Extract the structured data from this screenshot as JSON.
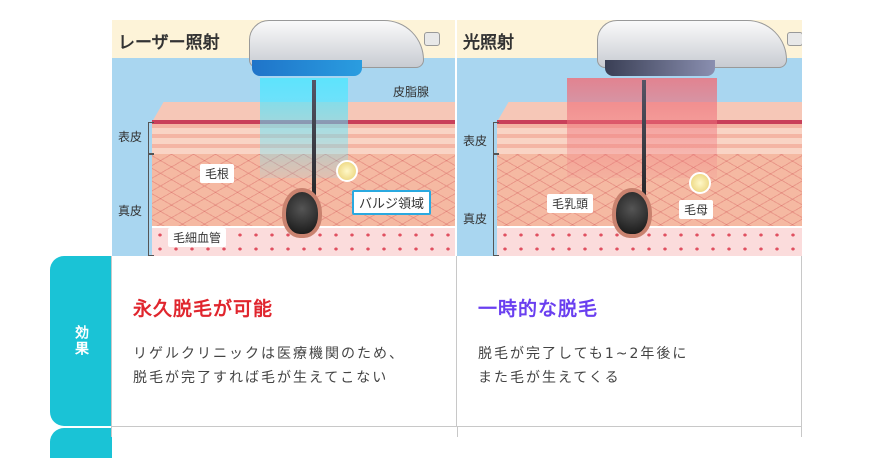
{
  "laser": {
    "title": "レーザー照射",
    "labels": {
      "sebaceous": "皮脂腺",
      "epidermis": "表皮",
      "dermis": "真皮",
      "hair_root": "毛根",
      "bulge": "バルジ領域",
      "capillary": "毛細血管"
    }
  },
  "light": {
    "title": "光照射",
    "labels": {
      "epidermis": "表皮",
      "dermis": "真皮",
      "papilla": "毛乳頭",
      "matrix": "毛母"
    }
  },
  "table": {
    "row_label": "効果",
    "laser_cell": {
      "title": "永久脱毛が可能",
      "desc_line1": "リゲルクリニックは医療機関のため、",
      "desc_line2": "脱毛が完了すれば毛が生えてこない"
    },
    "light_cell": {
      "title": "一時的な脱毛",
      "desc_line1": "脱毛が完了しても1~2年後に",
      "desc_line2": "また毛が生えてくる"
    }
  },
  "colors": {
    "accent": "#1ac3d6",
    "laser_title": "#e0262e",
    "light_title": "#6a3ff0"
  }
}
